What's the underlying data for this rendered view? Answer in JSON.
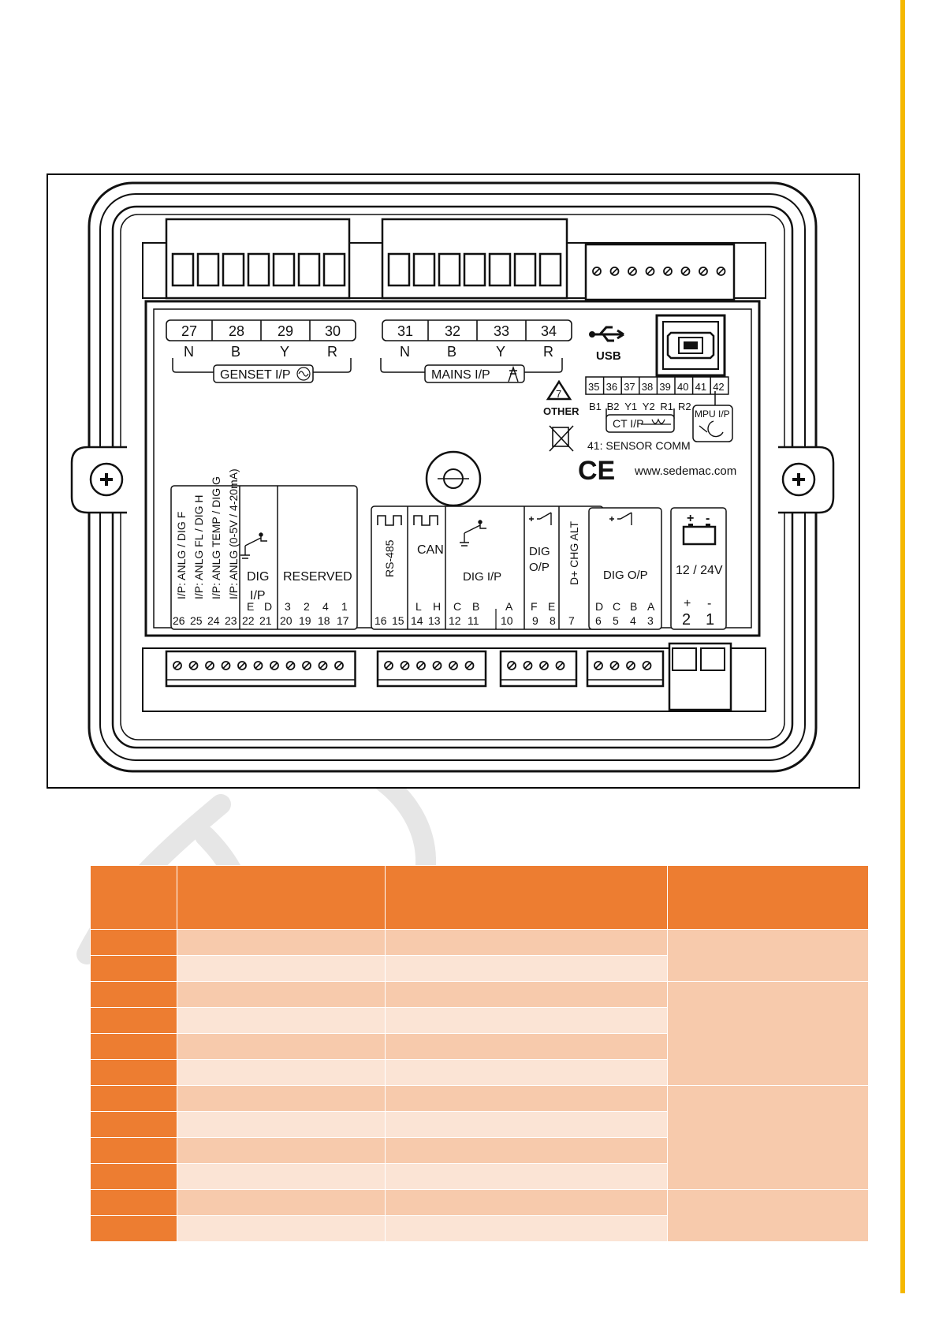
{
  "diagram": {
    "genset_terminals": [
      "27",
      "28",
      "29",
      "30"
    ],
    "genset_phases": [
      "N",
      "B",
      "Y",
      "R"
    ],
    "genset_label": "GENSET I/P",
    "mains_terminals": [
      "31",
      "32",
      "33",
      "34"
    ],
    "mains_phases": [
      "N",
      "B",
      "Y",
      "R"
    ],
    "mains_label": "MAINS I/P",
    "usb_label": "USB",
    "recycle_number": "7",
    "recycle_label": "OTHER",
    "ct_terminals": [
      "35",
      "36",
      "37",
      "38",
      "39",
      "40",
      "41",
      "42"
    ],
    "ct_phases": [
      "B1",
      "B2",
      "Y1",
      "Y2",
      "R1",
      "R2"
    ],
    "ct_label": "CT I/P",
    "mpu_label": "MPU I/P",
    "sensor_comm_note": "41: SENSOR COMM",
    "ce_mark": "CE",
    "website": "www.sedemac.com",
    "analog_inputs": [
      "I/P: ANLG / DIG F",
      "I/P: ANLG FL / DIG H",
      "I/P: ANLG TEMP / DIG G",
      "I/P: ANLG (0-5V / 4-20mA)"
    ],
    "analog_pins": [
      "26",
      "25",
      "24",
      "23"
    ],
    "dig_ip_left_label_1": "DIG",
    "dig_ip_left_label_2": "I/P",
    "dig_ip_left_letters": [
      "E",
      "D"
    ],
    "dig_ip_left_pins": [
      "22",
      "21"
    ],
    "reserved_label": "RESERVED",
    "reserved_letters": [
      "3",
      "2",
      "4",
      "1"
    ],
    "reserved_pins": [
      "20",
      "19",
      "18",
      "17"
    ],
    "rs485_label": "RS-485",
    "rs485_pins": [
      "16",
      "15"
    ],
    "can_label": "CAN",
    "can_letters": [
      "L",
      "H"
    ],
    "can_pins": [
      "14",
      "13"
    ],
    "dig_ip_mid_label": "DIG I/P",
    "dig_ip_mid_letters": [
      "C",
      "B",
      "A"
    ],
    "dig_ip_mid_pins": [
      "12",
      "11",
      "10"
    ],
    "dig_op_mid_label_1": "DIG",
    "dig_op_mid_label_2": "O/P",
    "dig_op_mid_letters": [
      "F",
      "E"
    ],
    "dig_op_mid_pins": [
      "9",
      "8"
    ],
    "chg_alt_label": "D+ CHG ALT",
    "chg_alt_pin": "7",
    "dig_op_right_label": "DIG O/P",
    "dig_op_right_letters": [
      "D",
      "C",
      "B",
      "A"
    ],
    "dig_op_right_pins": [
      "6",
      "5",
      "4",
      "3"
    ],
    "battery_signs": [
      "+",
      "-"
    ],
    "battery_label": "12 / 24V",
    "battery_pin_signs": [
      "+",
      "-"
    ],
    "battery_pins": [
      "2",
      "1"
    ]
  },
  "table": {
    "header_row": [
      "",
      "",
      "",
      ""
    ],
    "rows": [
      [
        "",
        "",
        ""
      ],
      [
        "",
        "",
        ""
      ],
      [
        "",
        "",
        ""
      ],
      [
        "",
        "",
        ""
      ],
      [
        "",
        "",
        ""
      ],
      [
        "",
        "",
        ""
      ],
      [
        "",
        "",
        ""
      ],
      [
        "",
        "",
        ""
      ],
      [
        "",
        "",
        ""
      ],
      [
        "",
        "",
        ""
      ],
      [
        "",
        "",
        ""
      ],
      [
        "",
        "",
        ""
      ]
    ],
    "groups": [
      "",
      "",
      "",
      ""
    ]
  },
  "colors": {
    "accent_bar": "#f5b800",
    "table_header": "#ed7d31",
    "table_row_dark": "#f7caac",
    "table_row_light": "#fbe4d5"
  }
}
